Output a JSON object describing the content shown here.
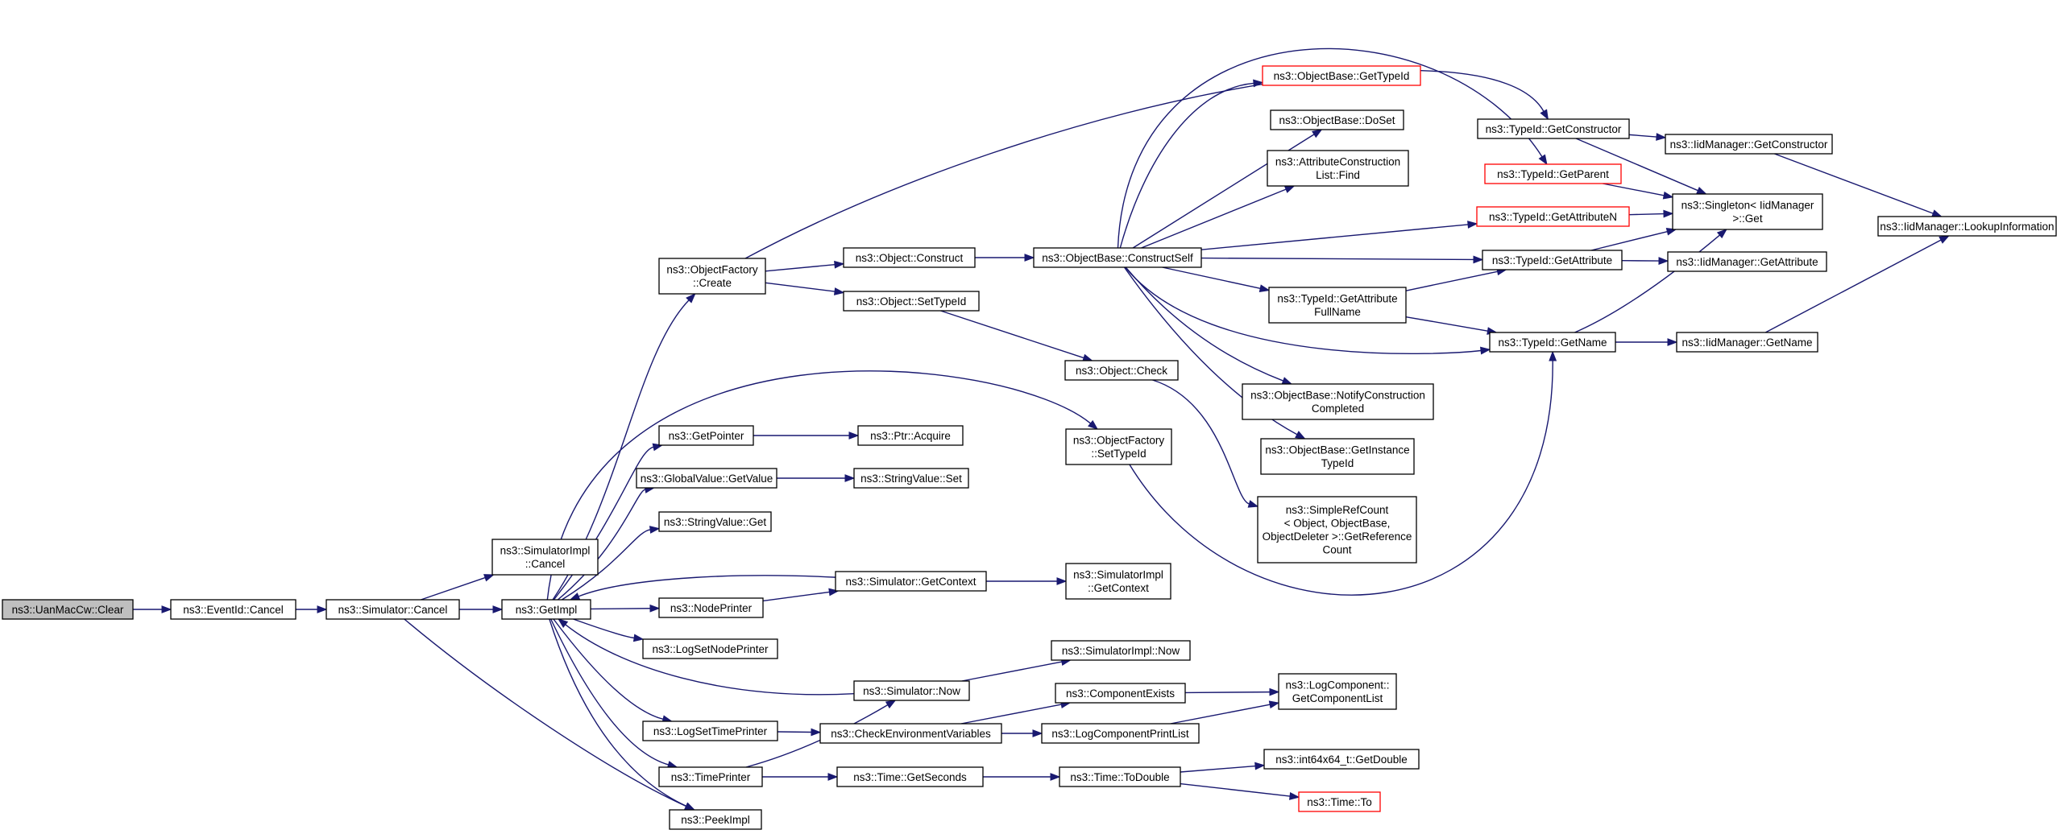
{
  "nodes": {
    "clear": {
      "lines": [
        "ns3::UanMacCw::Clear"
      ]
    },
    "evcancel": {
      "lines": [
        "ns3::EventId::Cancel"
      ]
    },
    "simcancel": {
      "lines": [
        "ns3::Simulator::Cancel"
      ]
    },
    "implcancel": {
      "lines": [
        "ns3::SimulatorImpl",
        "::Cancel"
      ]
    },
    "getimpl": {
      "lines": [
        "ns3::GetImpl"
      ]
    },
    "peekimpl": {
      "lines": [
        "ns3::PeekImpl"
      ]
    },
    "ofcreate": {
      "lines": [
        "ns3::ObjectFactory",
        "::Create"
      ]
    },
    "getpointer": {
      "lines": [
        "ns3::GetPointer"
      ]
    },
    "gvgetvalue": {
      "lines": [
        "ns3::GlobalValue::GetValue"
      ]
    },
    "svget": {
      "lines": [
        "ns3::StringValue::Get"
      ]
    },
    "nodeprinter": {
      "lines": [
        "ns3::NodePrinter"
      ]
    },
    "lognodeprinter": {
      "lines": [
        "ns3::LogSetNodePrinter"
      ]
    },
    "logtimeprinter": {
      "lines": [
        "ns3::LogSetTimePrinter"
      ]
    },
    "timeprinter": {
      "lines": [
        "ns3::TimePrinter"
      ]
    },
    "objconstruct": {
      "lines": [
        "ns3::Object::Construct"
      ]
    },
    "objsettypeid": {
      "lines": [
        "ns3::Object::SetTypeId"
      ]
    },
    "ptracquire": {
      "lines": [
        "ns3::Ptr::Acquire"
      ]
    },
    "svset": {
      "lines": [
        "ns3::StringValue::Set"
      ]
    },
    "simgetcontext": {
      "lines": [
        "ns3::Simulator::GetContext"
      ]
    },
    "simnow": {
      "lines": [
        "ns3::Simulator::Now"
      ]
    },
    "checkenv": {
      "lines": [
        "ns3::CheckEnvironmentVariables"
      ]
    },
    "timegetseconds": {
      "lines": [
        "ns3::Time::GetSeconds"
      ]
    },
    "constructself": {
      "lines": [
        "ns3::ObjectBase::ConstructSelf"
      ]
    },
    "objcheck": {
      "lines": [
        "ns3::Object::Check"
      ]
    },
    "ofsettypeid": {
      "lines": [
        "ns3::ObjectFactory",
        "::SetTypeId"
      ]
    },
    "implgetcontext": {
      "lines": [
        "ns3::SimulatorImpl",
        "::GetContext"
      ]
    },
    "implnow": {
      "lines": [
        "ns3::SimulatorImpl::Now"
      ]
    },
    "compexists": {
      "lines": [
        "ns3::ComponentExists"
      ]
    },
    "logcompprint": {
      "lines": [
        "ns3::LogComponentPrintList"
      ]
    },
    "timetodouble": {
      "lines": [
        "ns3::Time::ToDouble"
      ]
    },
    "obgettypeid": {
      "lines": [
        "ns3::ObjectBase::GetTypeId"
      ]
    },
    "obdoset": {
      "lines": [
        "ns3::ObjectBase::DoSet"
      ]
    },
    "attrfind": {
      "lines": [
        "ns3::AttributeConstruction",
        "List::Find"
      ]
    },
    "tgetattrfull": {
      "lines": [
        "ns3::TypeId::GetAttribute",
        "FullName"
      ]
    },
    "obnotify": {
      "lines": [
        "ns3::ObjectBase::NotifyConstruction",
        "Completed"
      ]
    },
    "obgetinst": {
      "lines": [
        "ns3::ObjectBase::GetInstance",
        "TypeId"
      ]
    },
    "simplerefcount": {
      "lines": [
        "ns3::SimpleRefCount",
        "< Object, ObjectBase,",
        "ObjectDeleter >::GetReference",
        "Count"
      ]
    },
    "logcomplist": {
      "lines": [
        "ns3::LogComponent::",
        "GetComponentList"
      ]
    },
    "int64getdouble": {
      "lines": [
        "ns3::int64x64_t::GetDouble"
      ]
    },
    "timeto": {
      "lines": [
        "ns3::Time::To"
      ]
    },
    "tgetconstructor": {
      "lines": [
        "ns3::TypeId::GetConstructor"
      ]
    },
    "tgetparent": {
      "lines": [
        "ns3::TypeId::GetParent"
      ]
    },
    "tgetattrn": {
      "lines": [
        "ns3::TypeId::GetAttributeN"
      ]
    },
    "tgetattr": {
      "lines": [
        "ns3::TypeId::GetAttribute"
      ]
    },
    "tgetname": {
      "lines": [
        "ns3::TypeId::GetName"
      ]
    },
    "singleton": {
      "lines": [
        "ns3::Singleton< IidManager",
        ">::Get"
      ]
    },
    "iidgetconstructor": {
      "lines": [
        "ns3::IidManager::GetConstructor"
      ]
    },
    "iidgetattr": {
      "lines": [
        "ns3::IidManager::GetAttribute"
      ]
    },
    "iidgetname": {
      "lines": [
        "ns3::IidManager::GetName"
      ]
    },
    "iidlookup": {
      "lines": [
        "ns3::IidManager::LookupInformation"
      ]
    }
  },
  "colors": {
    "edge": "#191970",
    "node_border": "#000000",
    "highlight_border": "#ff0000",
    "root_fill": "#bfbfbf"
  }
}
